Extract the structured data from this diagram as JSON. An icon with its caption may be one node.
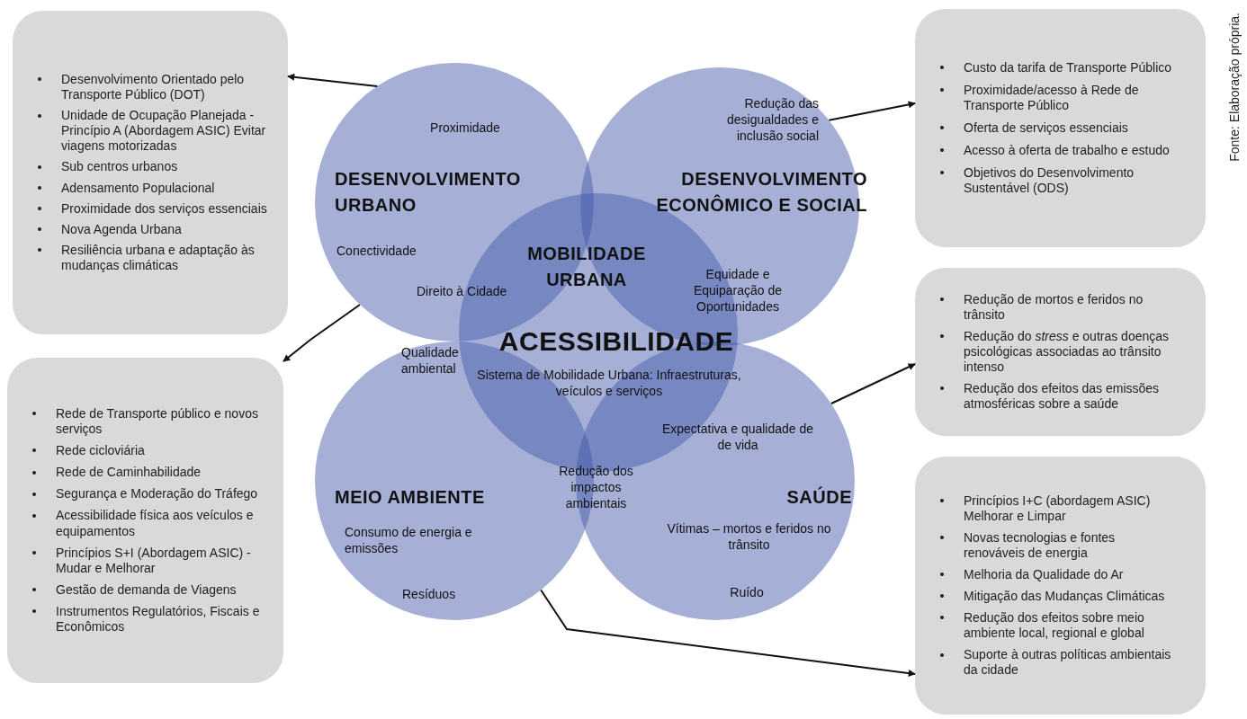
{
  "diagram": {
    "nodes": [
      {
        "text": [
          "Desenvolvimento Orientado pelo Transporte Público (DOT)",
          "Unidade de Ocupação Planejada - Princípio A (Abordagem ASIC) Evitar viagens motorizadas",
          "Sub centros urbanos",
          "Adensamento Populacional",
          "Proximidade dos serviços essenciais",
          "Nova Agenda Urbana",
          "Resiliência urbana e adaptação às mudanças climáticas"
        ]
      },
      {
        "text": [
          "Proximidade",
          "DESENVOLVIMENTO URBANO",
          "Conectividade",
          "Direito à Cidade"
        ]
      },
      {
        "text": [
          "Redução das desigualdades e inclusão social",
          "DESENVOLVIMENTO ECONÔMICO E SOCIAL",
          "Equidade e Equiparação de Oportunidades"
        ]
      },
      {
        "text": [
          "Custo da tarifa de Transporte Público",
          "Proximidade/acesso à Rede de Transporte Público",
          "Oferta de serviços essenciais",
          "Acesso à oferta de trabalho e estudo",
          "Objetivos do Desenvolvimento Sustentável (ODS)"
        ]
      },
      {
        "text": [
          "MOBILIDADE URBANA",
          "ACESSIBILIDADE",
          "Sistema de Mobilidade Urbana: Infraestruturas, veículos e serviços"
        ]
      },
      {
        "text": [
          "Redução de mortos e feridos no trânsito",
          "Redução do *stress* e outras doenças psicológicas associadas ao trânsito intenso",
          "Redução dos efeitos das emissões atmosféricas sobre a saúde"
        ]
      },
      {
        "text": [
          "Rede de Transporte público e novos serviços",
          "Rede cicloviária",
          "Rede de Caminhabilidade",
          "Segurança e Moderação do Tráfego",
          "Acessibilidade física aos veículos e equipamentos",
          "Princípios S+I (Abordagem ASIC) - Mudar e Melhorar",
          "Gestão de demanda de Viagens",
          "Instrumentos Regulatórios, Fiscais e Econômicos"
        ]
      },
      {
        "text": [
          "Qualidade ambiental",
          "MEIO AMBIENTE",
          "Consumo de energia e emissões",
          "Resíduos"
        ]
      },
      {
        "text": [
          "Expectativa e qualidade de de vida",
          "Redução dos impactos ambientais",
          "SAÚDE",
          "Vítimas – mortos e feridos no trânsito",
          "Ruído"
        ]
      },
      {
        "text": [
          "Princípios I+C (abordagem ASIC) Melhorar e Limpar",
          "Novas tecnologias e fontes renováveis de energia",
          "Melhoria da Qualidade do Ar",
          "Mitigação das Mudanças Climáticas",
          "Redução dos efeitos sobre meio ambiente local, regional e global",
          "Suporte à outras políticas ambientais da cidade"
        ]
      }
    ],
    "edges": [
      {
        "from": 1,
        "to": 0,
        "arrow": "to"
      },
      {
        "from": 2,
        "to": 3,
        "arrow": "to"
      },
      {
        "from": 1,
        "to": 6,
        "arrow": "to"
      },
      {
        "from": 8,
        "to": 5,
        "arrow": "to"
      },
      {
        "from": 7,
        "to": 9,
        "arrow": "to"
      }
    ],
    "labels": [
      "Fonte: Elaboração própria."
    ]
  }
}
